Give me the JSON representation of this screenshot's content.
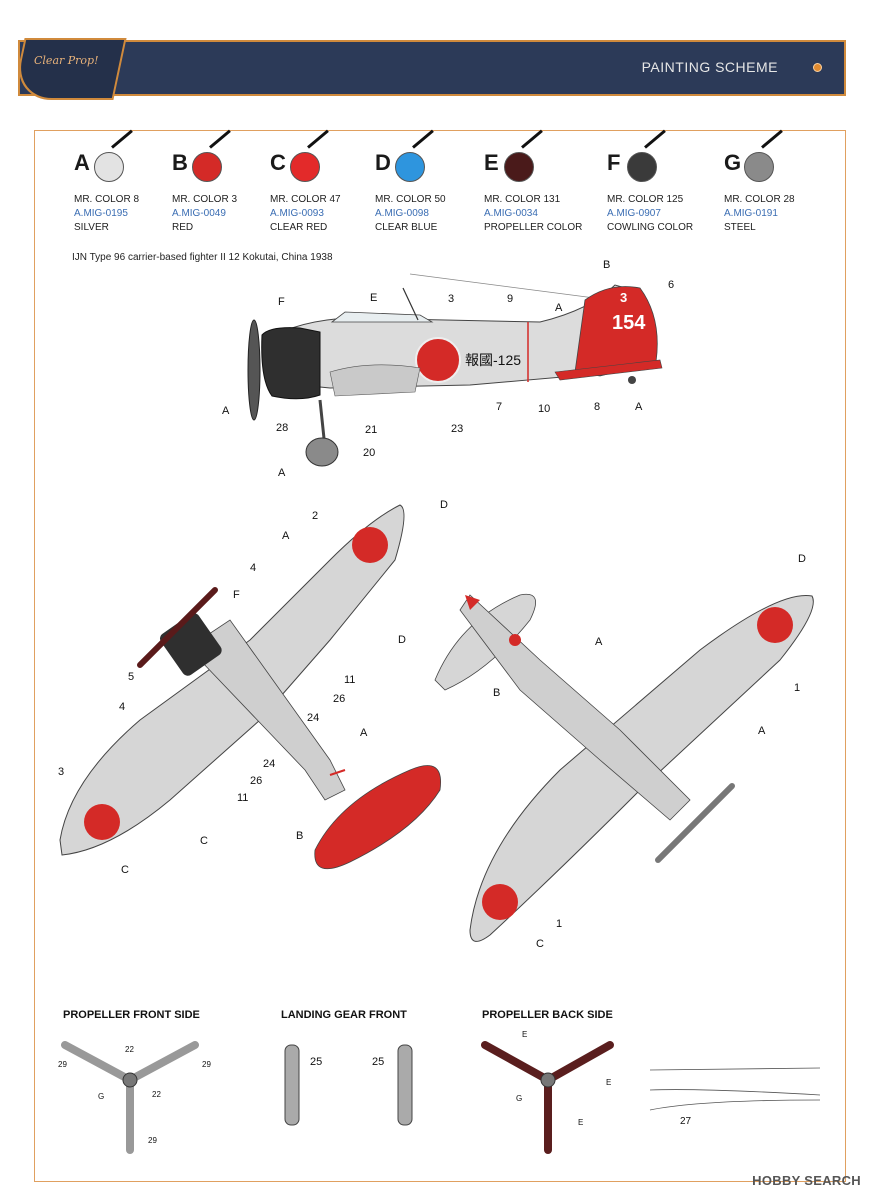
{
  "header": {
    "logo_text": "Clear Prop!",
    "title": "PAINTING SCHEME"
  },
  "colors": [
    {
      "letter": "A",
      "mr": "MR. COLOR 8",
      "mig": "A.MIG-0195",
      "name": "SILVER",
      "hex": "#e3e3e3"
    },
    {
      "letter": "B",
      "mr": "MR. COLOR 3",
      "mig": "A.MIG-0049",
      "name": "RED",
      "hex": "#d42a27"
    },
    {
      "letter": "C",
      "mr": "MR. COLOR 47",
      "mig": "A.MIG-0093",
      "name": "CLEAR RED",
      "hex": "#e32a2a"
    },
    {
      "letter": "D",
      "mr": "MR. COLOR 50",
      "mig": "A.MIG-0098",
      "name": "CLEAR BLUE",
      "hex": "#2e95de"
    },
    {
      "letter": "E",
      "mr": "MR. COLOR 131",
      "mig": "A.MIG-0034",
      "name": "PROPELLER COLOR",
      "hex": "#4a1a1a"
    },
    {
      "letter": "F",
      "mr": "MR. COLOR 125",
      "mig": "A.MIG-0907",
      "name": "COWLING COLOR",
      "hex": "#3a3a3a"
    },
    {
      "letter": "G",
      "mr": "MR. COLOR 28",
      "mig": "A.MIG-0191",
      "name": "STEEL",
      "hex": "#8a8a8a"
    }
  ],
  "aircraft_title": "IJN Type 96 carrier-based fighter II 12 Kokutai, China 1938",
  "tail_code_top": "3",
  "tail_code_main": "154",
  "fuselage_code": "報國-125",
  "callouts": {
    "side": [
      "B",
      "E",
      "F",
      "A",
      "A",
      "A",
      "A",
      "3",
      "9",
      "6",
      "7",
      "10",
      "8",
      "21",
      "28",
      "20",
      "23"
    ],
    "top": [
      "D",
      "A",
      "2",
      "F",
      "4",
      "D",
      "5",
      "11",
      "26",
      "4",
      "24",
      "A",
      "24",
      "26",
      "11",
      "3",
      "C",
      "C",
      "B"
    ],
    "bottom": [
      "D",
      "A",
      "B",
      "1",
      "A",
      "1",
      "C"
    ],
    "details": [
      "29",
      "22",
      "G",
      "22",
      "29",
      "29",
      "25",
      "25",
      "E",
      "G",
      "E",
      "E",
      "27"
    ]
  },
  "detail_titles": {
    "prop_front": "PROPELLER FRONT SIDE",
    "landing_gear": "LANDING GEAR FRONT",
    "prop_back": "PROPELLER BACK SIDE"
  },
  "watermark": "HOBBY SEARCH"
}
